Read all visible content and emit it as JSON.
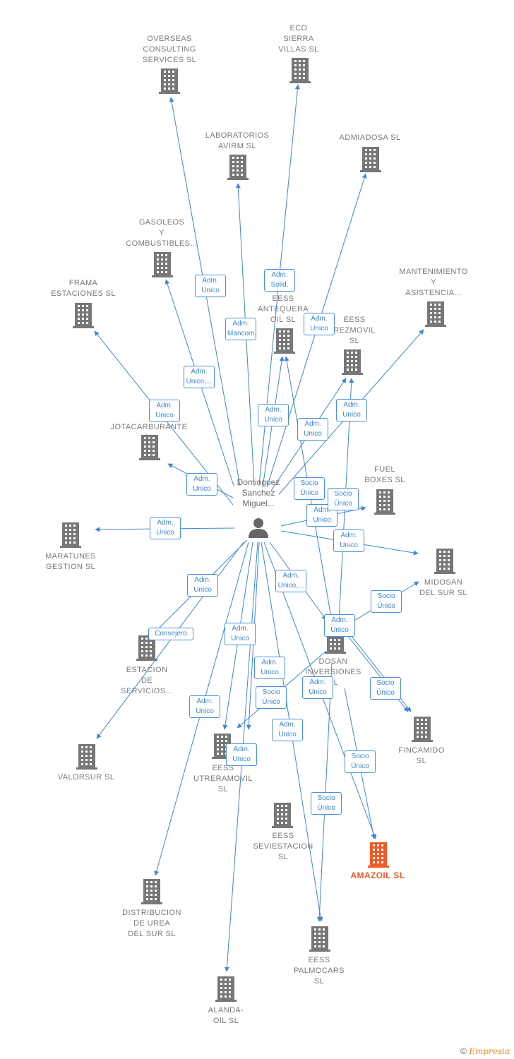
{
  "center": {
    "name": "Dominguez\nSanchez\nMiguel..."
  },
  "colors": {
    "edge": "#3f86d6",
    "building": "#777777",
    "highlight": "#f05a28"
  },
  "companies": [
    {
      "id": "overseas",
      "name": "OVERSEAS\nCONSULTING\nSERVICES  SL"
    },
    {
      "id": "eco",
      "name": "ECO\nSIERRA\nVILLAS  SL"
    },
    {
      "id": "lab",
      "name": "LABORATORIOS\nAVIRM  SL"
    },
    {
      "id": "admiadosa",
      "name": "ADMIADOSA SL"
    },
    {
      "id": "gasoleos",
      "name": "GASOLEOS\nY\nCOMBUSTIBLES..."
    },
    {
      "id": "mant",
      "name": "MANTENIMIENTO\nY\nASISTENCIA..."
    },
    {
      "id": "frama",
      "name": "FRAMA\nESTACIONES SL"
    },
    {
      "id": "antequera",
      "name": "EESS\nANTEQUERA\nOIL  SL"
    },
    {
      "id": "rezmovil",
      "name": "EESS\nREZMOVIL\nSL"
    },
    {
      "id": "jotacarburante",
      "name": "JOTACARBURANTE SL"
    },
    {
      "id": "fuel",
      "name": "FUEL\nBOXES  SL"
    },
    {
      "id": "maratunes",
      "name": "MARATUNES\nGESTION  SL"
    },
    {
      "id": "midosan",
      "name": "MIDOSAN\nDEL SUR   SL"
    },
    {
      "id": "estacion",
      "name": "ESTACION\nDE\nSERVICIOS..."
    },
    {
      "id": "dosan",
      "name": "DOSAN\nINVERSIONES\nSL"
    },
    {
      "id": "fincamido",
      "name": "FINCAMIDO\nSL"
    },
    {
      "id": "valorsur",
      "name": "VALORSUR  SL"
    },
    {
      "id": "utreramovil",
      "name": "EESS\nUTRERAMOVIL\nSL"
    },
    {
      "id": "seviestacion",
      "name": "EESS\nSEVIESTACION\nSL"
    },
    {
      "id": "amazoil",
      "name": "AMAZOIL  SL",
      "highlight": true
    },
    {
      "id": "urea",
      "name": "DISTRIBUCION\nDE UREA\nDEL SUR  SL"
    },
    {
      "id": "palmocars",
      "name": "EESS\nPALMOCARS\nSL"
    },
    {
      "id": "alanda",
      "name": "ALANDA-\nOIL  SL"
    }
  ],
  "edges": [
    {
      "from": "center",
      "to": "overseas",
      "label": "Adm.\nUnico"
    },
    {
      "from": "center",
      "to": "eco",
      "label": "Adm.\nSolid."
    },
    {
      "from": "center",
      "to": "lab",
      "label": "Adm.\nMancom."
    },
    {
      "from": "center",
      "to": "admiadosa",
      "label": "Adm.\nUnico"
    },
    {
      "from": "center",
      "to": "gasoleos",
      "label": "Adm.\nUnico,..."
    },
    {
      "from": "center",
      "to": "frama",
      "label": "Adm.\nUnico"
    },
    {
      "from": "center",
      "to": "antequera",
      "label": "Adm.\nUnico"
    },
    {
      "from": "center",
      "to": "rezmovil",
      "label": "Adm.\nUnico"
    },
    {
      "from": "center",
      "to": "mant",
      "label": "Adm.\nUnico"
    },
    {
      "from": "center",
      "to": "jotacarburante",
      "label": "Adm.\nUnico"
    },
    {
      "from": "center",
      "to": "fuel",
      "label": "Adm.\nUnico"
    },
    {
      "from": "center",
      "to": "maratunes",
      "label": "Adm.\nUnico"
    },
    {
      "from": "center",
      "to": "midosan",
      "label": "Adm.\nUnico"
    },
    {
      "from": "center",
      "to": "estacion",
      "label": "Adm.\nUnico"
    },
    {
      "from": "center",
      "to": "dosan",
      "label": "Adm.\nUnico,..."
    },
    {
      "from": "center",
      "to": "valorsur",
      "label": "Consejero"
    },
    {
      "from": "center",
      "to": "utreramovil",
      "label": "Adm.\nUnico"
    },
    {
      "from": "center",
      "to": "seviestacion",
      "label": "Adm.\nUnico"
    },
    {
      "from": "center",
      "to": "amazoil",
      "label": "Adm.\nUnico"
    },
    {
      "from": "center",
      "to": "urea",
      "label": "Adm.\nUnico"
    },
    {
      "from": "center",
      "to": "palmocars",
      "label": "Adm.\nUnico"
    },
    {
      "from": "center",
      "to": "alanda",
      "label": "Adm.\nUnico"
    },
    {
      "from": "dosan",
      "to": "antequera",
      "label": "Socio\nÚnico"
    },
    {
      "from": "dosan",
      "to": "rezmovil",
      "label": "Socio\nÚnico"
    },
    {
      "from": "dosan",
      "to": "midosan",
      "label": "Socio\nÚnico"
    },
    {
      "from": "dosan",
      "to": "fincamido",
      "label": "Socio\nÚnico"
    },
    {
      "from": "dosan",
      "to": "utreramovil",
      "label": "Socio\nÚnico"
    },
    {
      "from": "dosan",
      "to": "amazoil",
      "label": "Socio\nÚnico"
    },
    {
      "from": "dosan",
      "to": "palmocars",
      "label": "Socio\nÚnico"
    },
    {
      "from": "dosan",
      "to": "amazoil",
      "label": "Adm.\nUnico"
    }
  ],
  "footer": {
    "copyright": "©",
    "brand": "Empresia"
  }
}
